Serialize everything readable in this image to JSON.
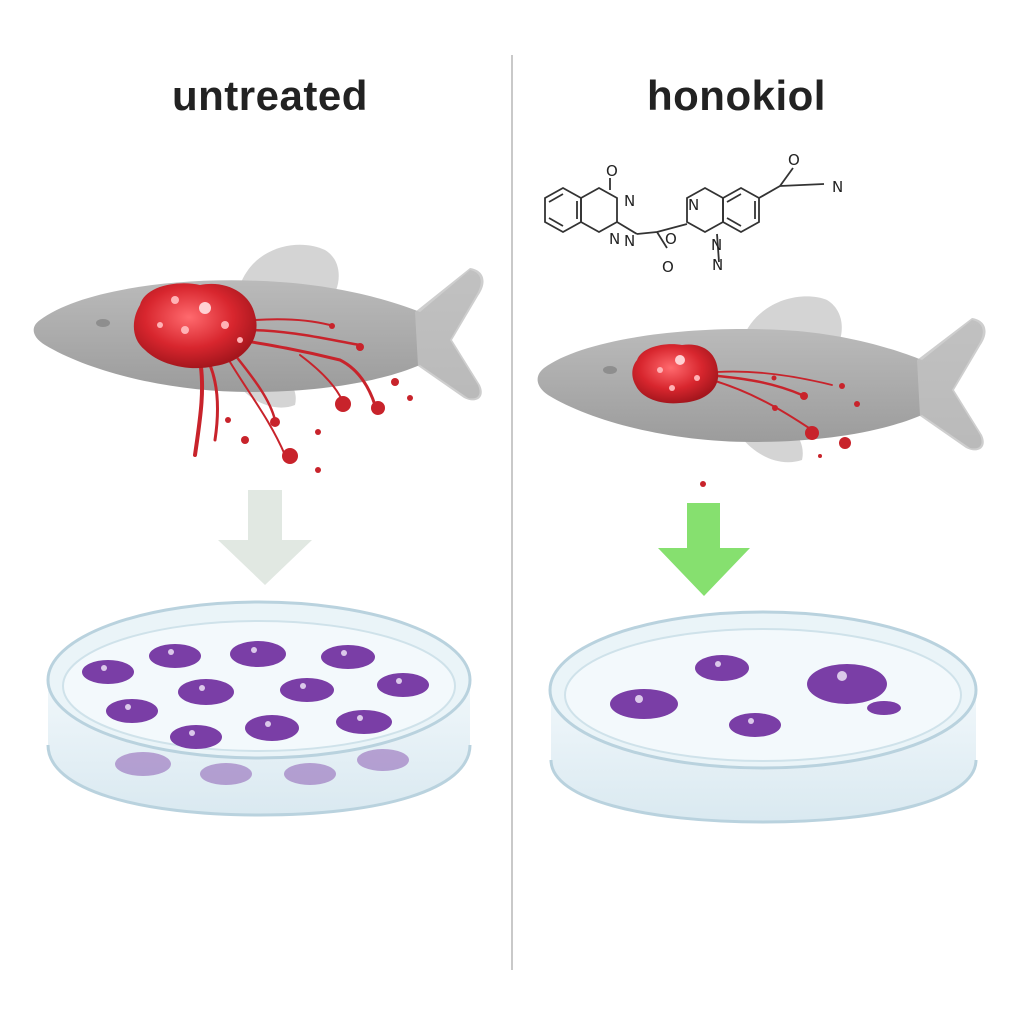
{
  "panels": {
    "left": {
      "title": "untreated"
    },
    "right": {
      "title": "honokiol"
    }
  },
  "molecule": {
    "atoms": [
      "O",
      "N",
      "N",
      "N",
      "O",
      "O",
      "N",
      "N",
      "N",
      "O",
      "N"
    ]
  },
  "colors": {
    "fish_body": "#a8a8a8",
    "tumor": "#d8262e",
    "colony": "#7a3ea6",
    "arrow_untreated": "#e1e8e2",
    "arrow_treated": "#86e06f",
    "dish_glass": "#dcebf3",
    "divider": "#c9c9c9"
  }
}
